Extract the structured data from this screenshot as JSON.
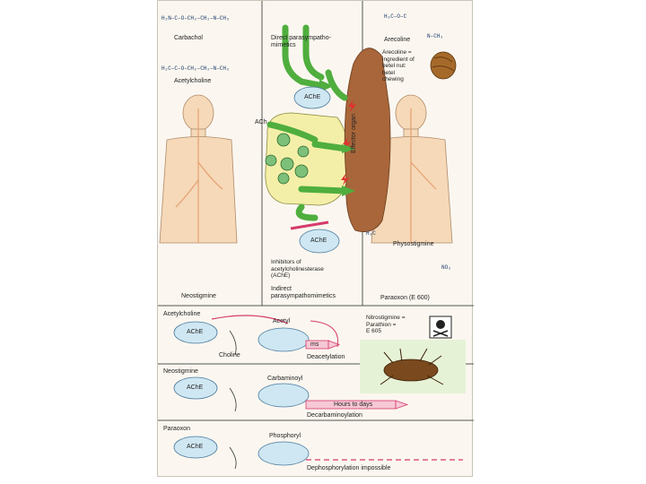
{
  "top": {
    "carbachol_label": "Carbachol",
    "acetylcholine_label": "Acetylcholine",
    "direct_label": "Direct parasympatho-\nmimetics",
    "arecoline_label": "Arecoline",
    "arecoline_note": "Arecoline =\ningredient of\nbetel nut:\nbetel\nchewing",
    "ache_top": "AChE",
    "ach_label": "ACh",
    "effector_label": "Effector organ",
    "ache_mid": "AChE",
    "inhibitors_label": "Inhibitors of\nacetylcholinesterase\n(AChE)",
    "indirect_label": "Indirect\nparasympathomimetics",
    "physostigmine_label": "Physostigmine",
    "neostigmine_label": "Neostigmine",
    "paraoxon_label": "Paraoxon (E 600)",
    "carbachol_formula_1": "H₂N–C–O–CH₂–CH₂–N–CH₃",
    "acetylcholine_formula_1": "H₃C–C–O–CH₂–CH₂–N–CH₃",
    "arecoline_formula": "H₃C–O–C",
    "arecoline_nch3": "N–CH₃",
    "h3c_label": "H₃C",
    "no2_label": "NO₂"
  },
  "rows": [
    {
      "drug": "Acetylcholine",
      "enzyme": "AChE",
      "group": "Acetyl",
      "product": "Choline",
      "time": "ms",
      "process": "Deacetylation"
    },
    {
      "drug": "Neostigmine",
      "enzyme": "AChE",
      "group": "Carbaminoyl",
      "product": "",
      "time": "Hours to days",
      "process": "Decarbaminoylation"
    },
    {
      "drug": "Paraoxon",
      "enzyme": "AChE",
      "group": "Phosphoryl",
      "product": "",
      "time": "",
      "process": "Dephosphorylation impossible"
    }
  ],
  "nitro_label": "Nitrostigmine =\nParathion =\nE 605",
  "colors": {
    "green": "#4fae3e",
    "brown": "#a8663a",
    "pink": "#d63a6a",
    "blue_fill": "#cfe7f2",
    "yellow_fill": "#f4efa8"
  }
}
